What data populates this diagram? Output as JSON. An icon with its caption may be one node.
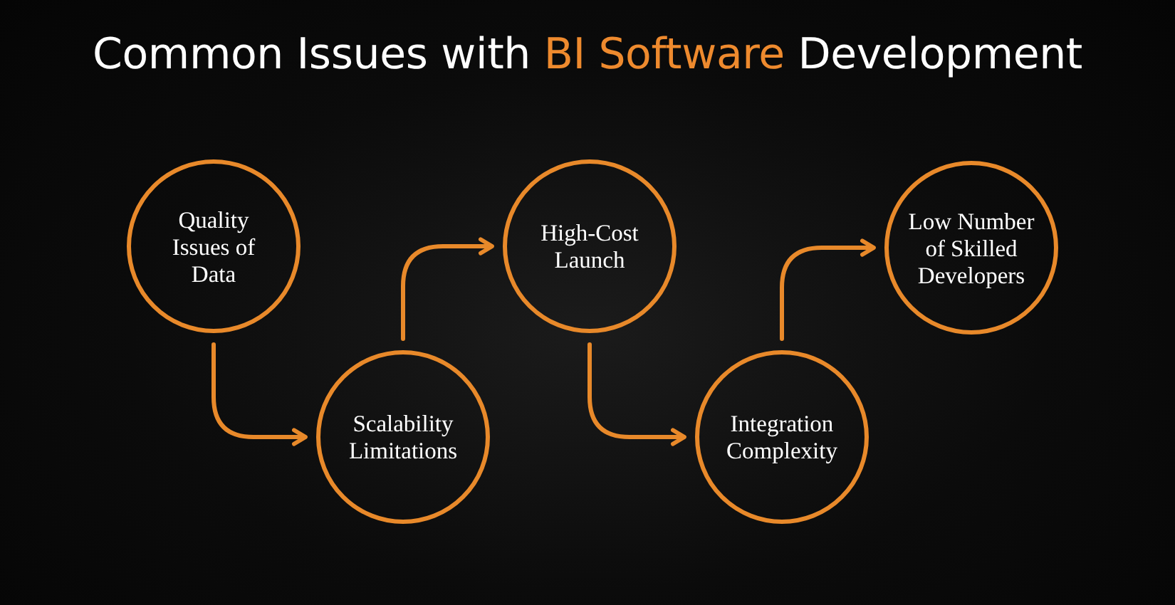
{
  "diagram": {
    "title": "Common Issues with BI Software Development",
    "nodes": [
      {
        "text": [
          "Quality Issues of Data"
        ]
      },
      {
        "text": [
          "Scalability Limitations"
        ]
      },
      {
        "text": [
          "High-Cost Launch"
        ]
      },
      {
        "text": [
          "Integration Complexity"
        ]
      },
      {
        "text": [
          "Low Number of Skilled Developers"
        ]
      }
    ],
    "edges": [
      {
        "from": 0,
        "to": 1,
        "arrow": "to"
      },
      {
        "from": 1,
        "to": 2,
        "arrow": "to"
      },
      {
        "from": 2,
        "to": 3,
        "arrow": "to"
      },
      {
        "from": 3,
        "to": 4,
        "arrow": "to"
      }
    ]
  }
}
